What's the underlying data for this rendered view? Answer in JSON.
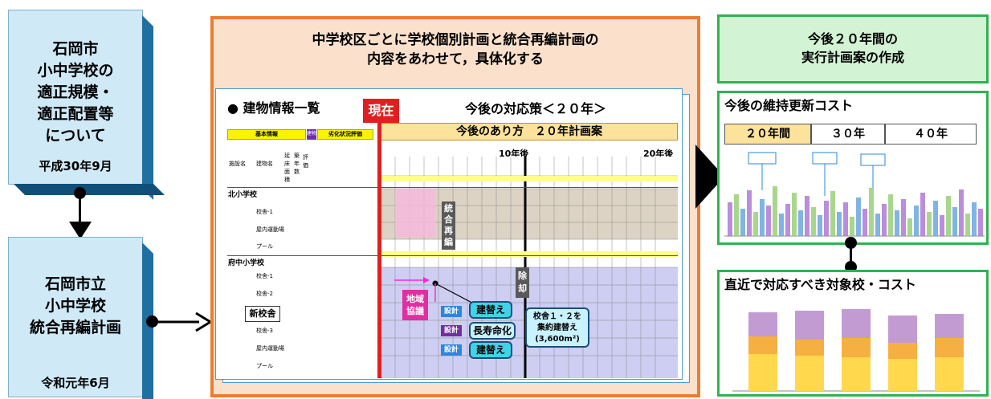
{
  "left": {
    "box1": {
      "lines": [
        "石岡市",
        "小中学校の",
        "適正規模・",
        "適正配置等",
        "について"
      ],
      "date": "平成30年9月"
    },
    "box2": {
      "lines": [
        "石岡市立",
        "小中学校",
        "統合再編計画"
      ],
      "date": "令和元年6月"
    }
  },
  "center": {
    "title_lines": [
      "中学校区ごとに学校個別計画と統合再編計画の",
      "内容をあわせて，具体化する"
    ],
    "building_info": "● 建物情報一覧",
    "now": "現在",
    "policy": "今後の対応策＜２０年＞",
    "plan_banner": "今後のあり方　２０年計画案",
    "yr10": "10年後",
    "yr20": "20年後",
    "hdr_basic": "基本情報",
    "hdr_purple": "建物",
    "hdr_degradation": "劣化状況評価",
    "col_heads": [
      "施設名",
      "建物名",
      "延床面積",
      "築年数",
      "評価"
    ],
    "school1": "北小学校",
    "school2": "府中小学校",
    "bldgs1": [
      "校舎-1",
      "屋内運動場",
      "プール"
    ],
    "bldgs2": [
      "校舎-1",
      "校舎-2",
      "校舎-3",
      "屋内運動場",
      "プール"
    ],
    "new_school": "新校舎",
    "tag_merge": [
      "統",
      "合",
      "再",
      "編"
    ],
    "tag_remove": [
      "除",
      "却"
    ],
    "tag_region": [
      "地域",
      "協議"
    ],
    "design": "設計",
    "rebuild": "建替え",
    "longlife": "長寿命化",
    "note_lines": [
      "校舎１・２を",
      "集約建替え",
      "(3,600m²)"
    ]
  },
  "right": {
    "top_title_lines": [
      "今後２０年間の",
      "実行計画案の作成"
    ],
    "maint_title": "今後の維持更新コスト",
    "years": [
      "２０年間",
      "３０年",
      "４０年"
    ],
    "target_title": "直近で対応すべき対象校・コスト"
  }
}
